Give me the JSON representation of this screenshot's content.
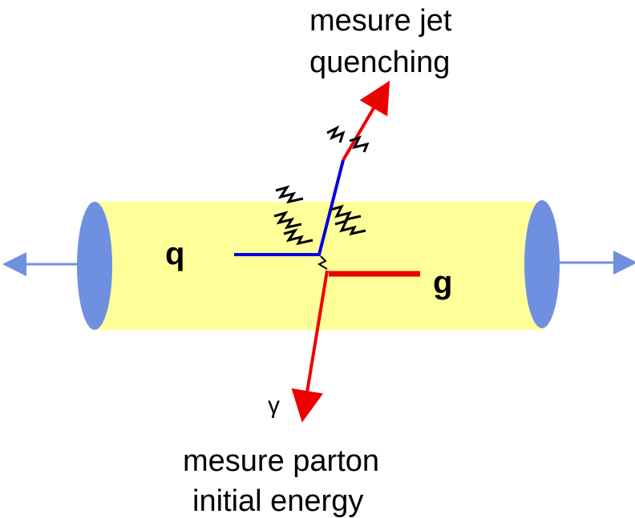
{
  "labels": {
    "top_line1": "mesure jet",
    "top_line2": "quenching",
    "quark": "q",
    "gluon": "g",
    "photon": "γ",
    "bottom_line1": "mesure parton",
    "bottom_line2": "initial energy"
  },
  "colors": {
    "cylinder_fill": "#ffff99",
    "disk": "#6f8fe0",
    "beam_arrow": "#6f8fe0",
    "quark_line": "#0000dd",
    "gluon_line": "#ee0000",
    "photon_line": "#ee0000",
    "jet_arrow": "#ee0000",
    "radiation_marks": "#000000"
  }
}
